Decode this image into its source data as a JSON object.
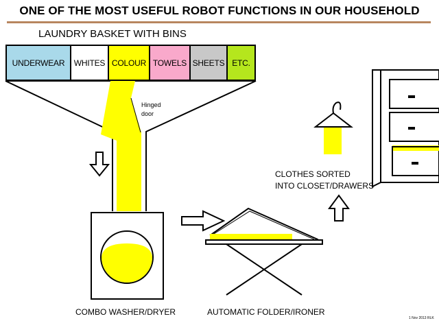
{
  "title": "ONE OF THE MOST USEFUL ROBOT FUNCTIONS IN OUR HOUSEHOLD",
  "basket": {
    "label": "LAUNDRY BASKET WITH BINS",
    "bins": [
      {
        "label": "UNDERWEAR",
        "color": "#a9d9ea"
      },
      {
        "label": "WHITES",
        "color": "#ffffff"
      },
      {
        "label": "COLOUR",
        "color": "#ffff00"
      },
      {
        "label": "TOWELS",
        "color": "#f9a9cb"
      },
      {
        "label": "SHEETS",
        "color": "#c8c8c8"
      },
      {
        "label": "ETC.",
        "color": "#b5e61d"
      }
    ]
  },
  "hinged_door_label": "Hinged door",
  "sorted_label_line1": "CLOTHES SORTED",
  "sorted_label_line2": "INTO CLOSET/DRAWERS",
  "washer_label": "COMBO WASHER/DRYER",
  "folder_label": "AUTOMATIC FOLDER/IRONER",
  "credit": "1 Nov 2013 RLK",
  "colors": {
    "laundry": "#ffff00",
    "accent_rule": "#b8865f",
    "outline": "#000000"
  },
  "icons": [
    "down-arrow-icon",
    "right-arrow-icon",
    "up-arrow-icon",
    "hanger-icon",
    "drawer-handle-icon"
  ]
}
